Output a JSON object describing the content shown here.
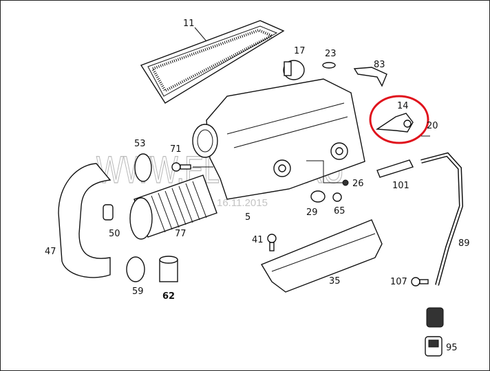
{
  "diagram": {
    "watermark": "WWW.ELCATS.RU",
    "date_stamp": "16.11.2015",
    "highlight_color": "#e0121c",
    "highlighted_part": "14",
    "parts": {
      "p11": "11",
      "p17": "17",
      "p23": "23",
      "p83": "83",
      "p14": "14",
      "p20": "20",
      "p53": "53",
      "p71": "71",
      "p26": "26",
      "p101": "101",
      "p5": "5",
      "p29": "29",
      "p65": "65",
      "p47": "47",
      "p50": "50",
      "p77": "77",
      "p41": "41",
      "p89": "89",
      "p59": "59",
      "p62": "62",
      "p35": "35",
      "p107": "107",
      "p95": "95"
    }
  }
}
